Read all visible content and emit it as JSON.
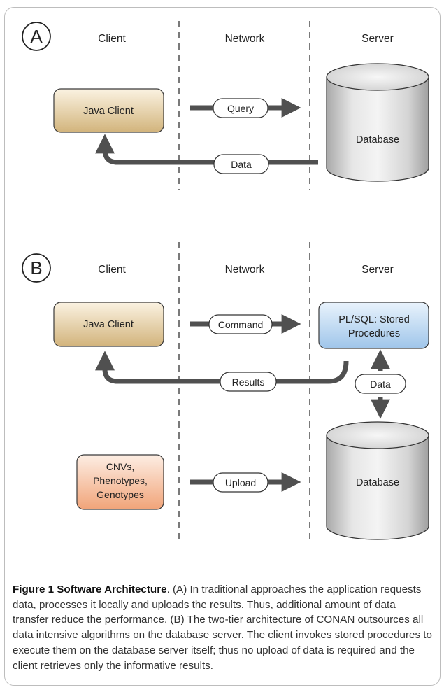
{
  "panel_a": {
    "letter": "A",
    "col_client": "Client",
    "col_network": "Network",
    "col_server": "Server",
    "client_box": "Java Client",
    "query_label": "Query",
    "data_label": "Data",
    "database_label": "Database"
  },
  "panel_b": {
    "letter": "B",
    "col_client": "Client",
    "col_network": "Network",
    "col_server": "Server",
    "client_box": "Java Client",
    "command_label": "Command",
    "stored_proc_line1": "PL/SQL: Stored",
    "stored_proc_line2": "Procedures",
    "results_label": "Results",
    "data_label": "Data",
    "input_line1": "CNVs,",
    "input_line2": "Phenotypes,",
    "input_line3": "Genotypes",
    "upload_label": "Upload",
    "database_label": "Database"
  },
  "caption": {
    "title": "Figure 1 Software Architecture",
    "body": ". (A) In traditional approaches the application requests data, processes it locally and uploads the results. Thus, additional amount of data transfer reduce the performance. (B) The two-tier architecture of CONAN outsources all data intensive algorithms on the database server. The client invokes stored procedures to execute them on the database server itself; thus no upload of data is required and the client retrieves only the informative results."
  },
  "colors": {
    "arrow": "#505050",
    "client_box_top": "#fbf3e2",
    "client_box_bottom": "#d2b47c",
    "input_box_top": "#fdeee4",
    "input_box_bottom": "#f1a479",
    "proc_box_top": "#e9f3fc",
    "proc_box_bottom": "#9fc5ea",
    "cylinder_light": "#f2f2f2",
    "cylinder_dark": "#b8b8b8"
  }
}
